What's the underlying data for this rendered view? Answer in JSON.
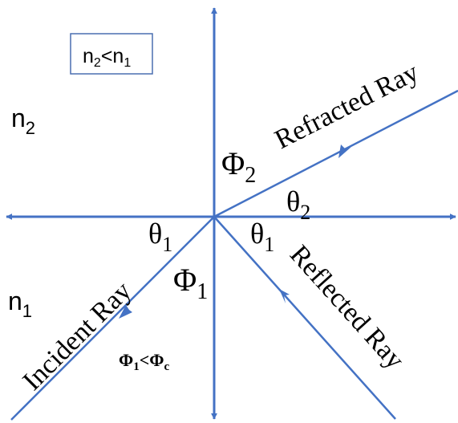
{
  "condition_box": {
    "n": "n",
    "sub_a": "2",
    "lt": "<",
    "sub_b": "1"
  },
  "medium_top": {
    "n": "n",
    "sub": "2"
  },
  "medium_bottom": {
    "n": "n",
    "sub": "1"
  },
  "rays": {
    "refracted": "Refracted Ray",
    "incident": "Incident Ray",
    "reflected": "Reflected Ray"
  },
  "angles": {
    "phi2": {
      "sym": "Φ",
      "sub": "2"
    },
    "theta2": {
      "sym": "θ",
      "sub": "2"
    },
    "theta1_left": {
      "sym": "θ",
      "sub": "1"
    },
    "theta1_right": {
      "sym": "θ",
      "sub": "1"
    },
    "phi1": {
      "sym": "Φ",
      "sub": "1"
    }
  },
  "critical_condition": {
    "phi": "Φ",
    "sub_1": "1",
    "lt": "<",
    "sub_c": "c"
  },
  "colors": {
    "axis": "#4472c4",
    "ray": "#4472c4",
    "box_border": "#4a6fb0",
    "text": "#000000"
  }
}
